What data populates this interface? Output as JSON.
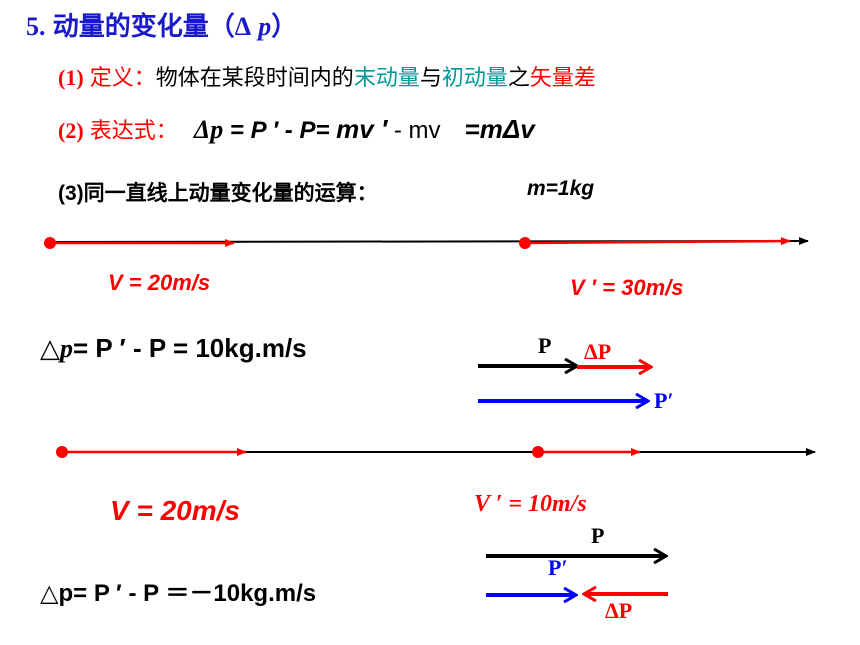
{
  "title": {
    "number": "5.",
    "text": "动量的变化量（",
    "delta": "Δ",
    "p": "p",
    "close": "）"
  },
  "definition": {
    "label": "(1)",
    "head": "定义：",
    "text1": "物体在某段时间内的",
    "term1": "末动量",
    "text2": "与",
    "term2": "初动量",
    "text3": "之",
    "term3": "矢量差"
  },
  "expression": {
    "label": "(2)",
    "head": "表达式：",
    "formula1": "Δ",
    "formula_p": "p",
    "formula2": " = P ′ - P= ",
    "formula3": "mv ′",
    "formula4": " - mv",
    "formula5": "=mΔv"
  },
  "calc": {
    "label": "(3)同一直线上动量变化量的运算：",
    "mass": "m=1kg"
  },
  "case1": {
    "v_initial": "V = 20m/s",
    "v_final": "V ′ = 30m/s",
    "delta_prefix": "△",
    "delta_p": "p",
    "delta_mid": "= P ′ - P = 10kg.m/s",
    "vec_p": "P",
    "vec_dp": "ΔP",
    "vec_pprime": "P′"
  },
  "case2": {
    "v_initial": "V = 20m/s",
    "v_final": "V ′ = 10m/s",
    "delta_prefix": "△",
    "delta_text": "p= P ′ - P ＝－10kg.m/s",
    "vec_p": "P",
    "vec_pprime": "P′",
    "vec_dp": "ΔP"
  },
  "colors": {
    "red": "#ff0000",
    "blue": "#0000ff",
    "black": "#000000",
    "title_blue": "#1a1acc",
    "teal": "#009999"
  }
}
